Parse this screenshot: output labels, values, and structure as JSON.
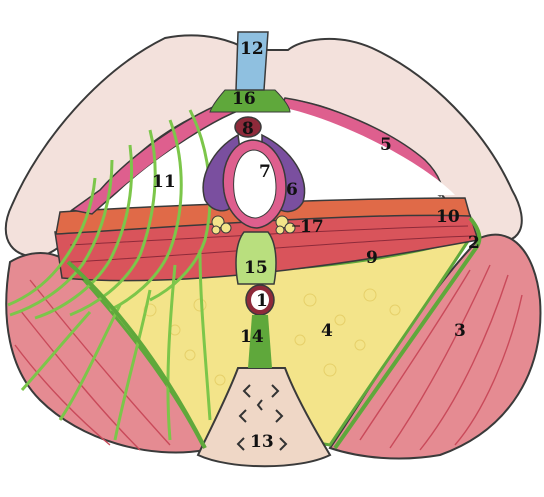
{
  "labels": {
    "l1": "1",
    "l2": "2",
    "l3": "3",
    "l4": "4",
    "l5": "5",
    "l6": "6",
    "l7": "7",
    "l8": "8",
    "l9": "9",
    "l10": "10",
    "l11": "11",
    "l12": "12",
    "l13": "13",
    "l14": "14",
    "l15": "15",
    "l16": "16",
    "l17": "17"
  },
  "colors": {
    "bone": "#f3e1dc",
    "muscle_pink": "#de5f8e",
    "muscle_red": "#d9545b",
    "muscle_orange": "#e06a48",
    "gluteal": "#e58b92",
    "fat_yellow": "#f3e48a",
    "fascia_green": "#5fa83b",
    "line_green": "#7cc64a",
    "ligament_blue": "#8fc0e0",
    "purple": "#7a4f9f",
    "dark_red": "#8e2a3a",
    "center_green": "#b9df7e",
    "skin": "#efd7c6"
  }
}
